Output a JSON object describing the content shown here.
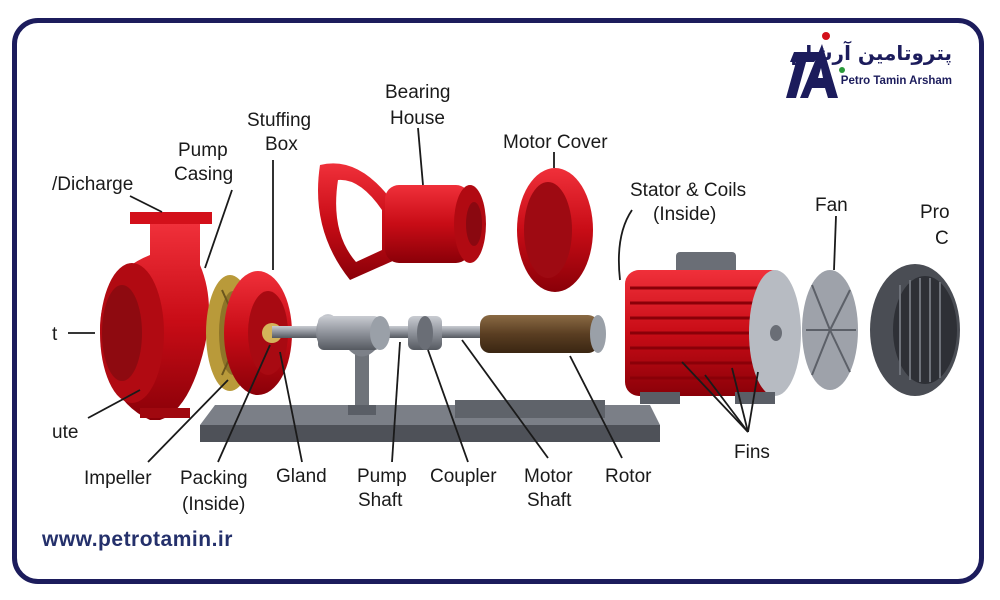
{
  "logo": {
    "mark": "TA",
    "persian_name": "پتروتامین آرشام",
    "english_name": "Petro Tamin Arsham"
  },
  "website": "www.petrotamin.ir",
  "colors": {
    "frame": "#1c1c5c",
    "pump_red": "#d3101a",
    "metal_gray": "#8a8d94",
    "brass": "#b99a3a"
  },
  "labels": {
    "discharge": "/Dicharge",
    "pump_casing_line1": "Pump",
    "pump_casing_line2": "Casing",
    "stuffing_box_line1": "Stuffing",
    "stuffing_box_line2": "Box",
    "bearing_house_line1": "Bearing",
    "bearing_house_line2": "House",
    "motor_cover": "Motor Cover",
    "stator_line1": "Stator & Coils",
    "stator_line2": "(Inside)",
    "fan": "Fan",
    "protective_line1": "Pro",
    "protective_line2": "C",
    "inlet": "t",
    "volute": "ute",
    "impeller": "Impeller",
    "packing_line1": "Packing",
    "packing_line2": "(Inside)",
    "gland": "Gland",
    "pump_shaft_line1": "Pump",
    "pump_shaft_line2": "Shaft",
    "coupler": "Coupler",
    "motor_shaft_line1": "Motor",
    "motor_shaft_line2": "Shaft",
    "rotor": "Rotor",
    "fins": "Fins"
  }
}
